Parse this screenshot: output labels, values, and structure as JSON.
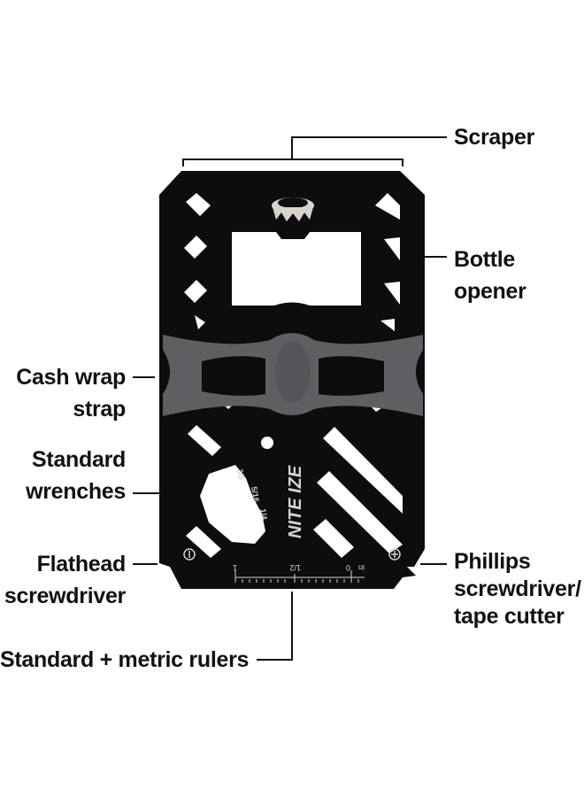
{
  "labels": {
    "scraper": "Scraper",
    "bottle_opener": [
      "Bottle",
      "opener"
    ],
    "cash_wrap_strap": [
      "Cash wrap",
      "strap"
    ],
    "standard_wrenches": [
      "Standard",
      "wrenches"
    ],
    "flathead_screwdriver": [
      "Flathead",
      "screwdriver"
    ],
    "phillips": [
      "Phillips",
      "screwdriver/",
      "tape cutter"
    ],
    "rulers": "Standard + metric rulers"
  },
  "card": {
    "logo_text": "NITE IZE",
    "wrench_sizes": [
      "3/8",
      "5/16",
      "1/4"
    ],
    "ruler_marks": [
      "1",
      "1/2",
      "0",
      "in"
    ],
    "colors": {
      "card": "#0d0d0f",
      "strap": "#5e5f62",
      "engraving": "#d8d4cc"
    }
  }
}
